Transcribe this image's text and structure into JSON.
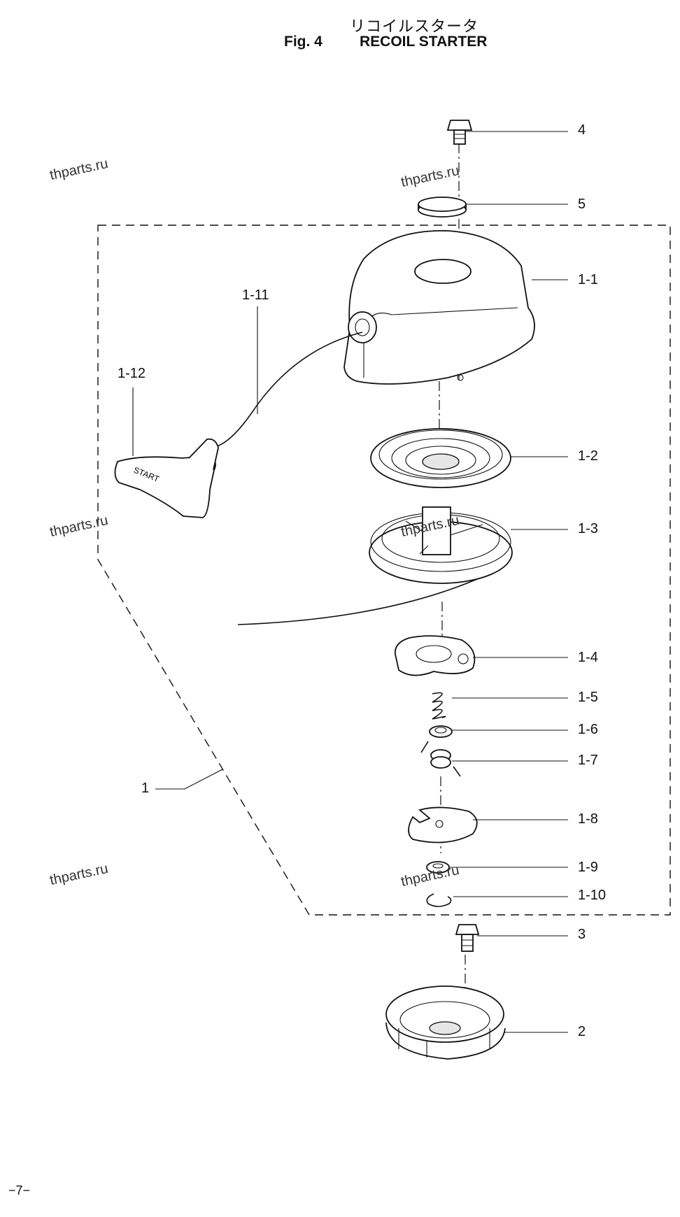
{
  "title": {
    "japanese": "リコイルスタータ",
    "figure": "Fig. 4",
    "name": "RECOIL STARTER"
  },
  "handle_text": "START",
  "callouts": {
    "c4": "4",
    "c5": "5",
    "c1_1": "1-1",
    "c1_11": "1-11",
    "c1_12": "1-12",
    "c1_2": "1-2",
    "c1_3": "1-3",
    "c1_4": "1-4",
    "c1_5": "1-5",
    "c1_6": "1-6",
    "c1_7": "1-7",
    "c1": "1",
    "c1_8": "1-8",
    "c1_9": "1-9",
    "c1_10": "1-10",
    "c3": "3",
    "c2": "2"
  },
  "watermark": "thparts.ru",
  "page_number": "−7−"
}
